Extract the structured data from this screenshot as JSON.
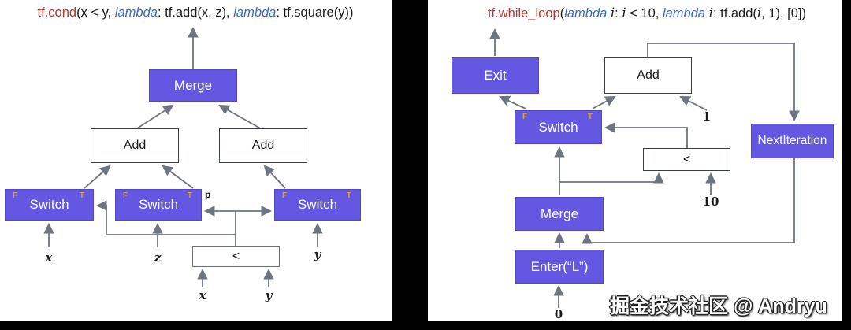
{
  "ft": {
    "F": "F",
    "T": "T"
  },
  "left": {
    "title": [
      {
        "t": "tf.cond"
      },
      {
        "t": "(x < y, "
      },
      {
        "t": "lambda"
      },
      {
        "t": ": tf.add(x, z), "
      },
      {
        "t": "lambda"
      },
      {
        "t": ": tf.square(y))"
      }
    ],
    "nodes": {
      "merge": "Merge",
      "add_left": "Add",
      "add_right": "Add",
      "switch1": "Switch",
      "switch2": "Switch",
      "switch3": "Switch",
      "less": "<"
    },
    "labels": {
      "p": "p",
      "x_in": "x",
      "z_in": "z",
      "y_in": "y",
      "x_cmp": "x",
      "y_cmp": "y"
    }
  },
  "right": {
    "title": [
      {
        "t": "tf.while_loop"
      },
      {
        "t": "("
      },
      {
        "t": "lambda "
      },
      {
        "t": "i"
      },
      {
        "t": ": "
      },
      {
        "t": "i"
      },
      {
        "t": " < 10, "
      },
      {
        "t": "lambda "
      },
      {
        "t": "i"
      },
      {
        "t": ": tf.add("
      },
      {
        "t": "i"
      },
      {
        "t": ", 1), [0])"
      }
    ],
    "nodes": {
      "exit": "Exit",
      "add": "Add",
      "switch": "Switch",
      "next_iteration": "NextIteration",
      "less": "<",
      "merge": "Merge",
      "enter": "Enter(“L”)"
    },
    "labels": {
      "one": "1",
      "ten": "10",
      "zero": "0"
    }
  },
  "watermark": "掘金技术社区 @ Andryu",
  "colors": {
    "node_purple": "#6458e2",
    "ft_gold": "#d9a13a",
    "wire_gray": "#6e7480",
    "fn_red": "#b5362c",
    "lambda_blue": "#3a6cc0"
  }
}
